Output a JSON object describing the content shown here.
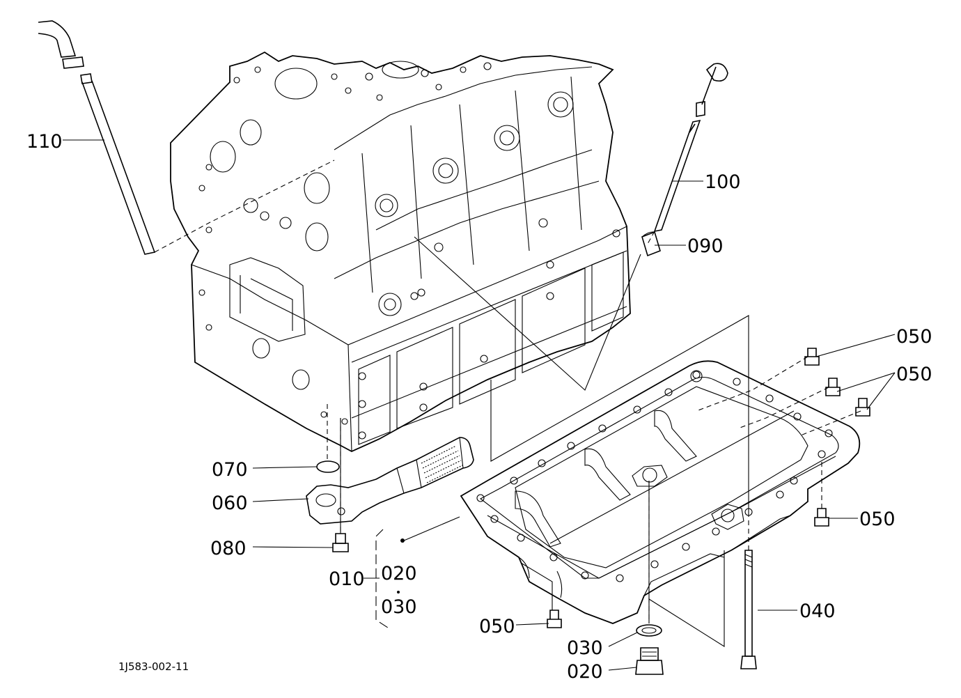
{
  "drawing_id": "1J583-002-11",
  "labels": {
    "p110": "110",
    "p100": "100",
    "p090": "090",
    "p050a": "050",
    "p050b": "050",
    "p050c": "050",
    "p050d": "050",
    "p070": "070",
    "p060": "060",
    "p080": "080",
    "p010": "010",
    "p020a": "020",
    "p030a": "030",
    "p040": "040",
    "p030b": "030",
    "p020b": "020"
  }
}
